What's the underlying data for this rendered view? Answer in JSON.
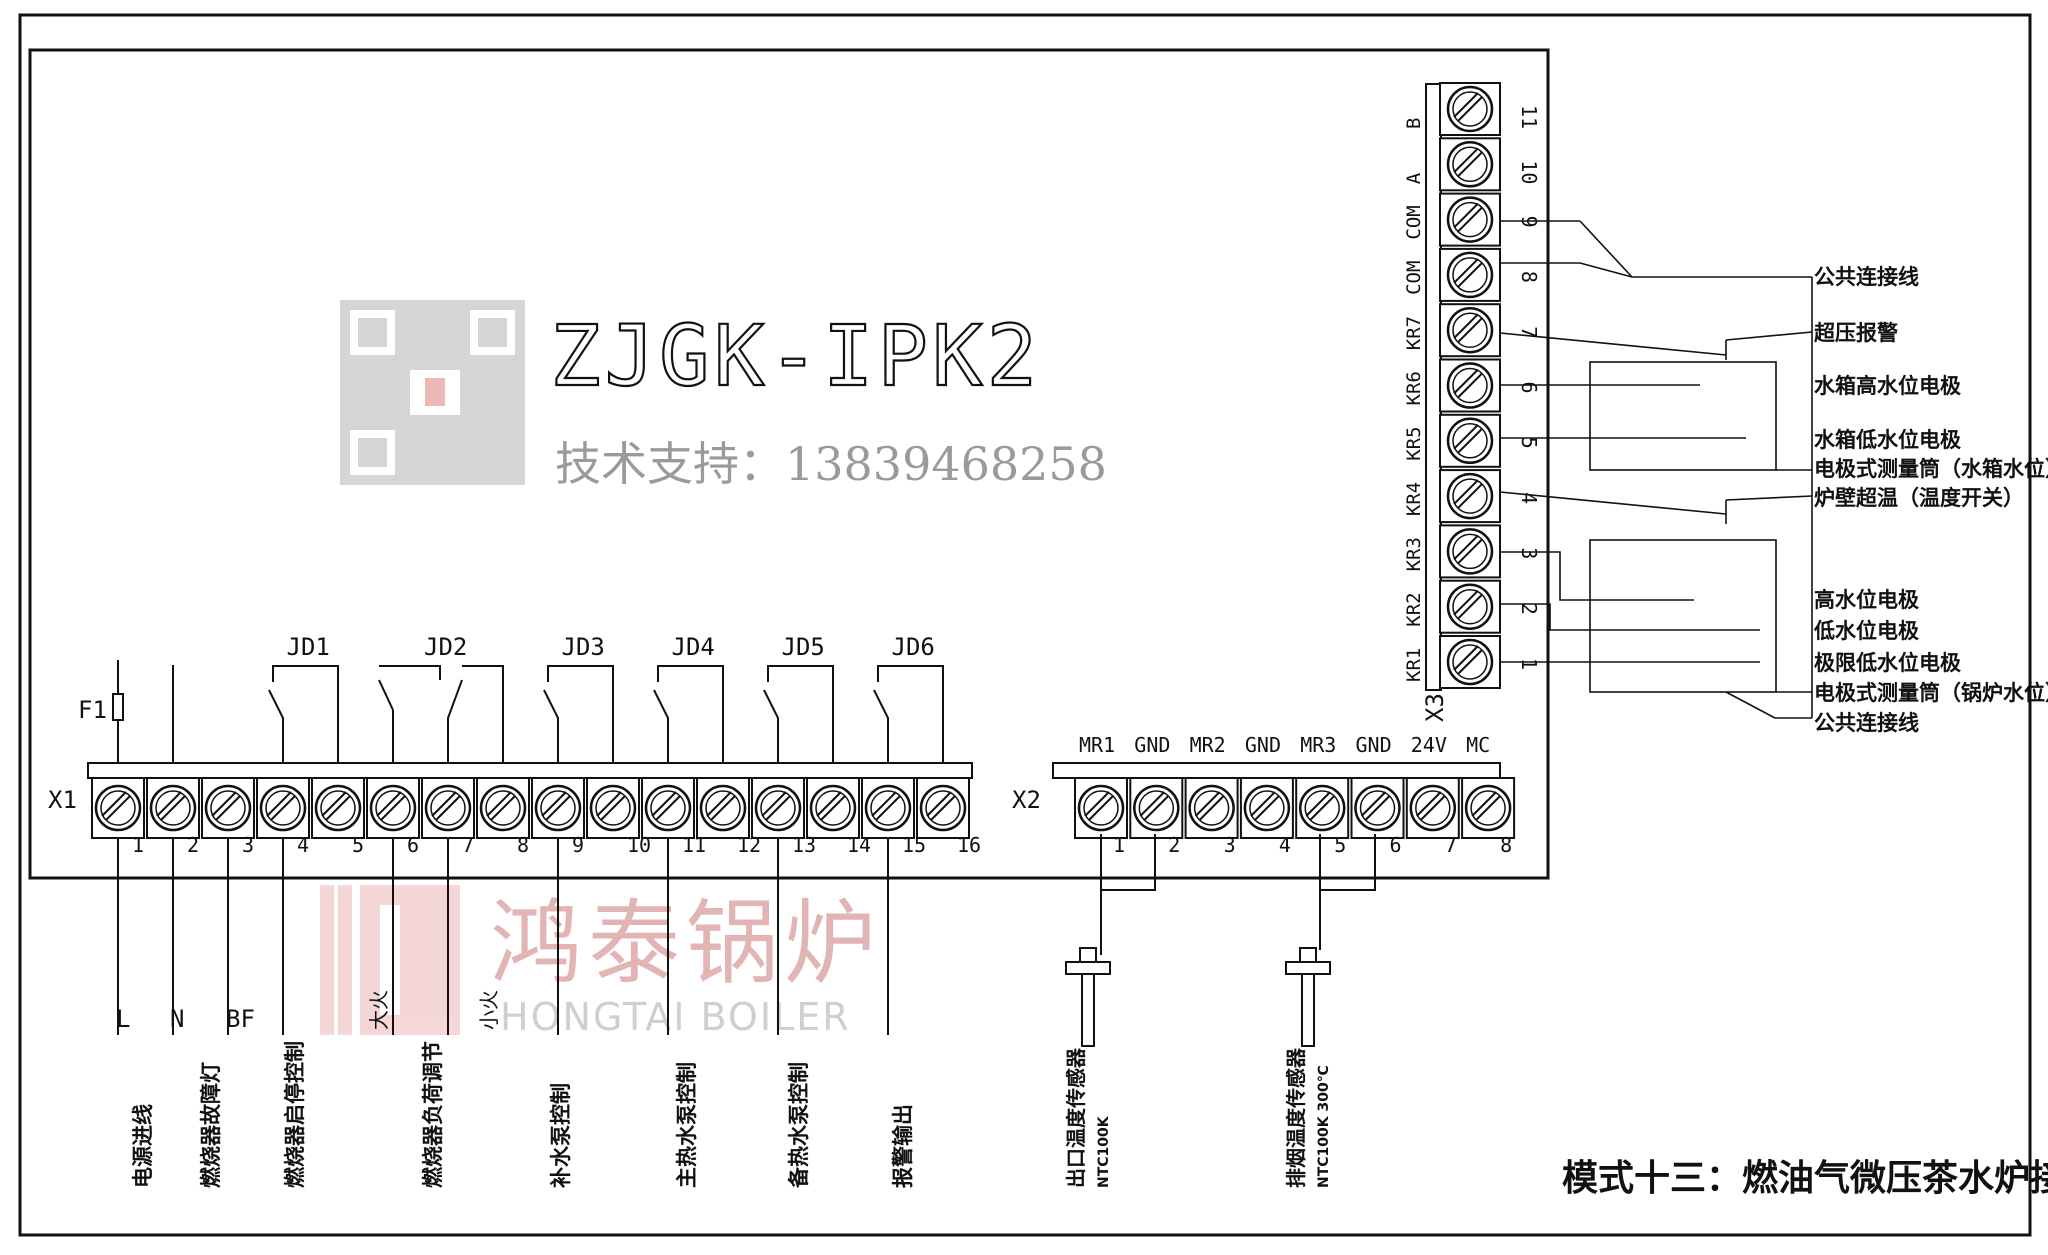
{
  "model": "ZJGK-IPK2",
  "support_text": "技术支持：13839468258",
  "watermark": {
    "cn": "鸿泰锅炉",
    "en": "HONGTAI BOILER"
  },
  "caption": "模式十三：燃油气微压茶水炉接线图",
  "fuse_label": "F1",
  "x1": {
    "label": "X1",
    "numbers": [
      "1",
      "2",
      "3",
      "4",
      "5",
      "6",
      "7",
      "8",
      "9",
      "10",
      "11",
      "12",
      "13",
      "14",
      "15",
      "16"
    ]
  },
  "relays": [
    "JD1",
    "JD2",
    "JD3",
    "JD4",
    "JD5",
    "JD6"
  ],
  "x1_wire_marks": [
    "L",
    "N",
    "BF",
    "大火",
    "小火"
  ],
  "x1_functions": [
    "电源进线",
    "燃烧器故障灯",
    "燃烧器启停控制",
    "燃烧器负荷调节",
    "补水泵控制",
    "主热水泵控制",
    "备热水泵控制",
    "报警输出"
  ],
  "x2": {
    "label": "X2",
    "headers": [
      "MR1",
      "GND",
      "MR2",
      "GND",
      "MR3",
      "GND",
      "24V",
      "MC"
    ],
    "numbers": [
      "1",
      "2",
      "3",
      "4",
      "5",
      "6",
      "7",
      "8"
    ]
  },
  "sensors": [
    {
      "name": "出口温度传感器",
      "spec": "NTC100K"
    },
    {
      "name": "排烟温度传感器",
      "spec": "NTC100K 300℃"
    }
  ],
  "x3": {
    "label": "X3",
    "side_labels": [
      "KR1",
      "KR2",
      "KR3",
      "KR4",
      "KR5",
      "KR6",
      "KR7",
      "COM",
      "COM",
      "A",
      "B"
    ],
    "numbers": [
      "1",
      "2",
      "3",
      "4",
      "5",
      "6",
      "7",
      "8",
      "9",
      "10",
      "11"
    ]
  },
  "x3_functions": [
    "公共连接线",
    "超压报警",
    "水箱高水位电极",
    "水箱低水位电极",
    "电极式测量筒（水箱水位）",
    "炉壁超温（温度开关）",
    "高水位电极",
    "低水位电极",
    "极限低水位电极",
    "电极式测量筒（锅炉水位）",
    "公共连接线"
  ]
}
